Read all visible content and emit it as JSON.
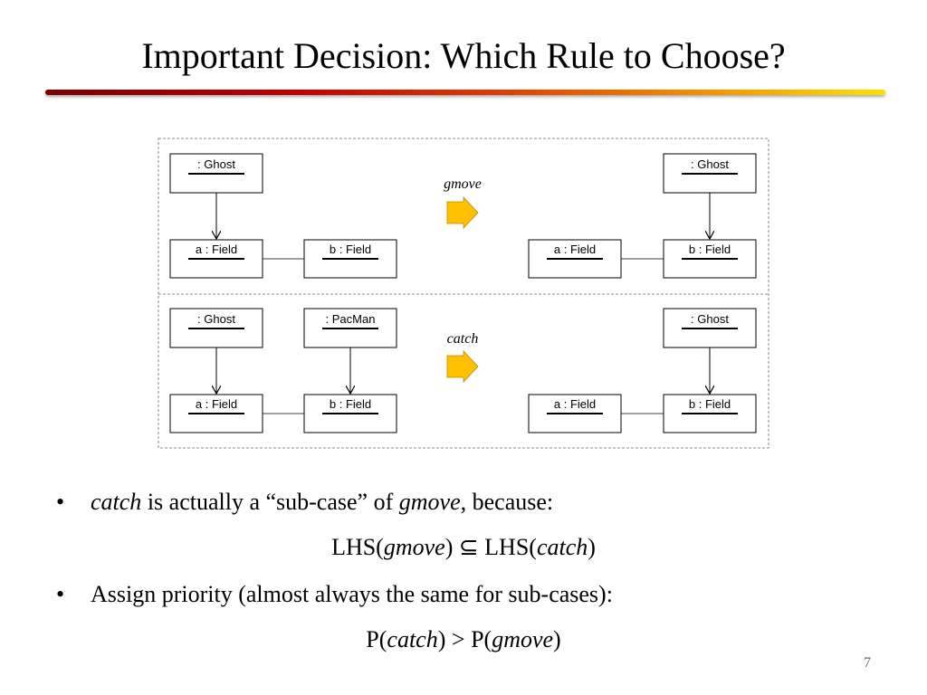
{
  "slide": {
    "title": "Important Decision: Which Rule to Choose?",
    "page_number": "7"
  },
  "diagram": {
    "rules": [
      {
        "name": "gmove",
        "lhs": {
          "ghost": ": Ghost",
          "field_a": "a : Field",
          "field_b": "b : Field"
        },
        "rhs": {
          "ghost": ": Ghost",
          "field_a": "a : Field",
          "field_b": "b : Field"
        }
      },
      {
        "name": "catch",
        "lhs": {
          "ghost": ": Ghost",
          "pacman": ": PacMan",
          "field_a": "a : Field",
          "field_b": "b : Field"
        },
        "rhs": {
          "ghost": ": Ghost",
          "field_a": "a : Field",
          "field_b": "b : Field"
        }
      }
    ],
    "arrow_color": "#ffc000"
  },
  "bullets": {
    "b1": {
      "marker": "•",
      "term": "catch",
      "mid": " is actually a “sub-case” of ",
      "term2": "gmove",
      "end": ", because:"
    },
    "f1": {
      "pre": "LHS(",
      "a": "gmove",
      "close1": ")",
      "symbol": " ⊆ ",
      "pre2": "LHS(",
      "b": "catch",
      "close2": ")"
    },
    "b2": {
      "marker": "•",
      "text": "Assign priority (almost always the same for sub-cases):"
    },
    "f2": {
      "pre": "P(",
      "a": "catch",
      "close1": ")",
      "symbol": " > ",
      "pre2": "P(",
      "b": "gmove",
      "close2": ")"
    }
  }
}
